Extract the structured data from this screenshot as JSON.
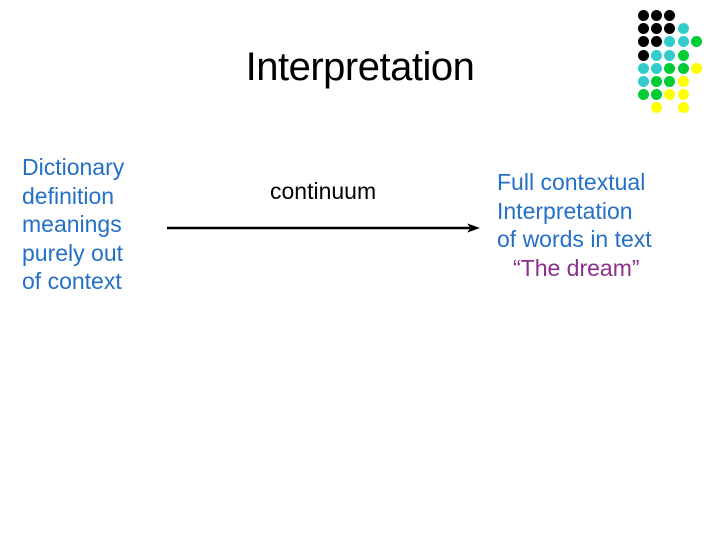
{
  "slide": {
    "title": "Interpretation",
    "left_block": {
      "lines": [
        "Dictionary",
        "definition",
        "meanings",
        "purely out",
        "of context"
      ],
      "text_color": "#2470C6"
    },
    "continuum": {
      "label": "continuum",
      "arrow_color": "#000000"
    },
    "right_block": {
      "lines": [
        "Full contextual",
        "Interpretation",
        "of words in text"
      ],
      "quote": "“The dream”",
      "text_color": "#2470C6",
      "quote_color": "#8B2F8F"
    },
    "decoration_dots": {
      "colors": {
        "K": "#000000",
        "T": "#33CCCC",
        "G": "#00CC33",
        "Y": "#FFFF00"
      },
      "rows": [
        "KKK..",
        "KKKT.",
        "KKTTG",
        "KTTG.",
        "TTGGY",
        "TGGY.",
        "GGYY.",
        ".Y.Y."
      ]
    }
  }
}
